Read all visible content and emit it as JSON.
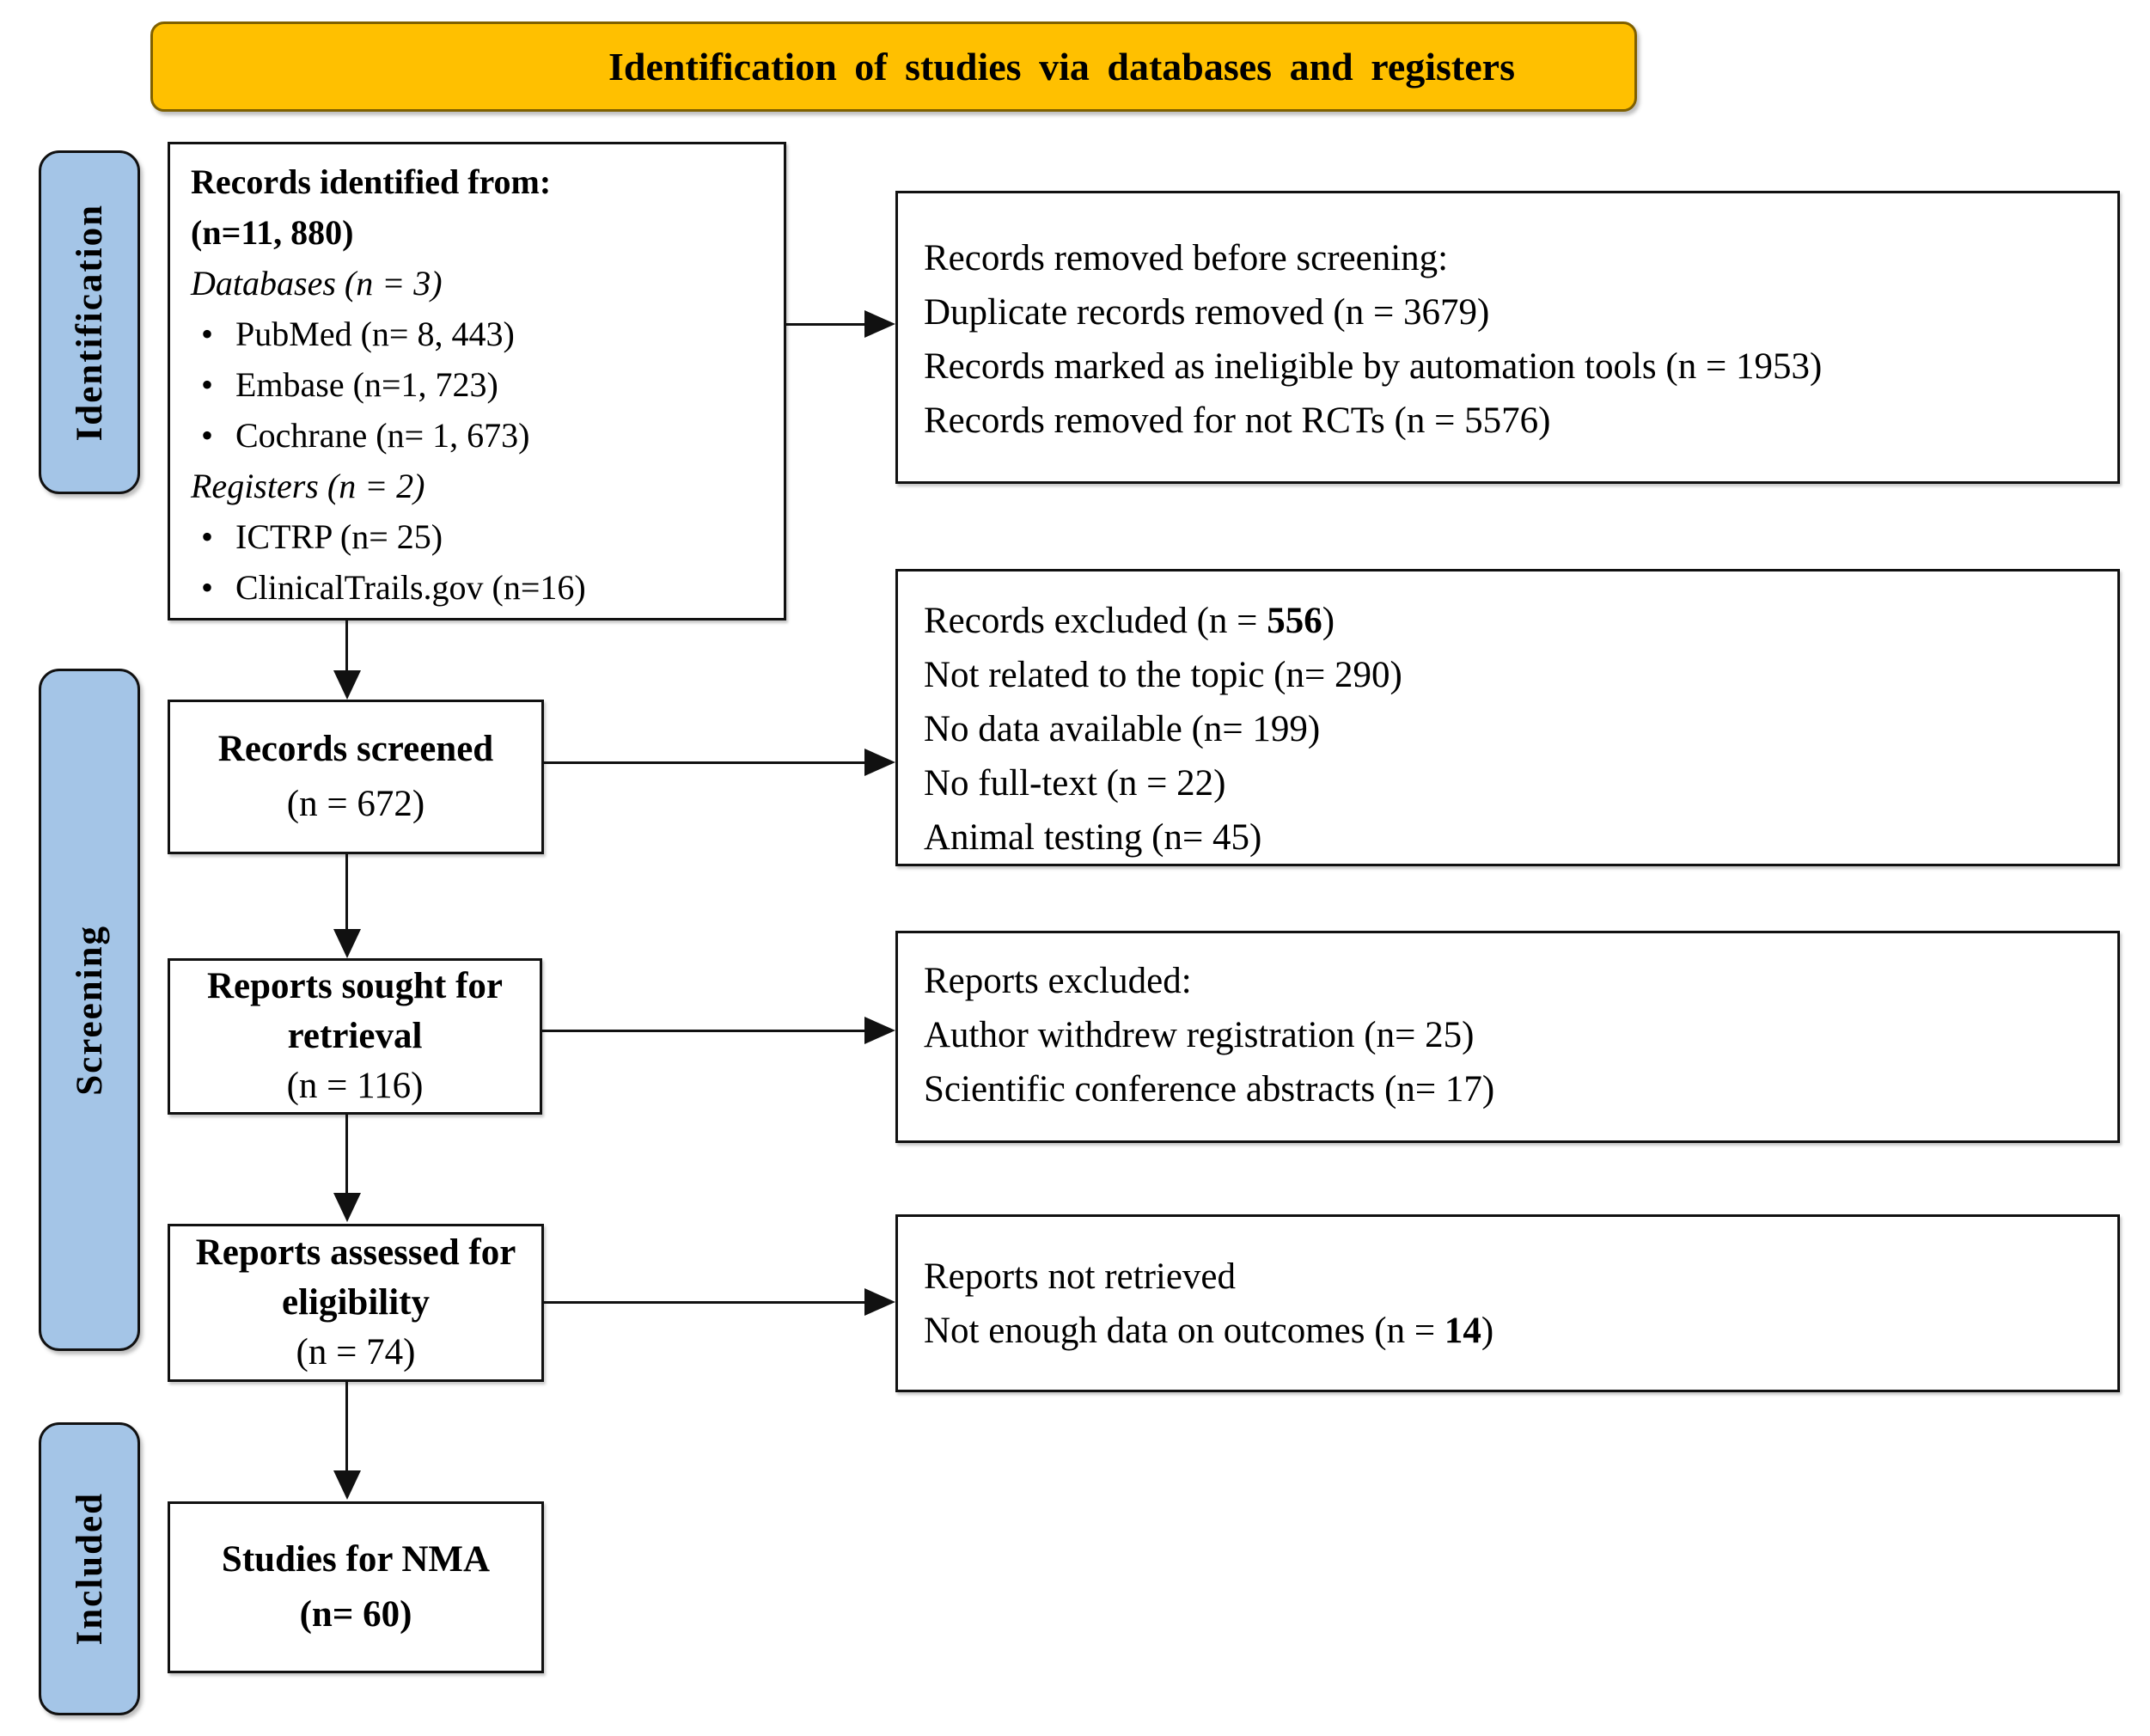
{
  "banner": {
    "title": "Identification of studies via databases and registers"
  },
  "stages": [
    {
      "label": "Identification"
    },
    {
      "label": "Screening"
    },
    {
      "label": "Included"
    }
  ],
  "identified": {
    "title": "Records identified from:",
    "total": "(n=11, 880)",
    "databases_label": "Databases (n = 3)",
    "databases": [
      "PubMed (n= 8, 443)",
      "Embase (n=1, 723)",
      "Cochrane (n= 1, 673)"
    ],
    "registers_label": "Registers (n = 2)",
    "registers": [
      "ICTRP (n= 25)",
      "ClinicalTrails.gov (n=16)"
    ]
  },
  "screened": {
    "title": "Records screened",
    "count": "(n = 672)"
  },
  "sought": {
    "title_line1": "Reports sought for",
    "title_line2": "retrieval",
    "count": "(n = 116)"
  },
  "assessed": {
    "title_line1": "Reports assessed for",
    "title_line2": "eligibility",
    "count": "(n = 74)"
  },
  "included_box": {
    "title": "Studies for NMA",
    "count": "(n= 60)"
  },
  "removed_before_screening": {
    "lines": [
      "Records removed before screening:",
      "Duplicate records removed  (n = 3679)",
      "Records marked as ineligible by automation tools (n = 1953)",
      "Records removed for not RCTs (n = 5576)"
    ]
  },
  "records_excluded": {
    "header_prefix": "Records excluded  (n = ",
    "header_bold": "556",
    "header_suffix": ")",
    "reasons": [
      "Not related to the topic (n= 290)",
      "No data available (n= 199)",
      "No full-text (n = 22)",
      "Animal testing (n= 45)"
    ]
  },
  "reports_excluded": {
    "header": "Reports excluded:",
    "reasons": [
      "Author withdrew registration (n= 25)",
      "Scientific conference abstracts (n= 17)"
    ]
  },
  "not_retrieved": {
    "line1": "Reports not retrieved",
    "line2_prefix": "Not enough data on outcomes  (n = ",
    "line2_bold": "14",
    "line2_suffix": ")"
  },
  "colors": {
    "banner_fill": "#FFC000",
    "banner_border": "#7F6000",
    "stage_fill": "#A4C5E7",
    "box_border": "#111111",
    "background": "#FFFFFF"
  }
}
